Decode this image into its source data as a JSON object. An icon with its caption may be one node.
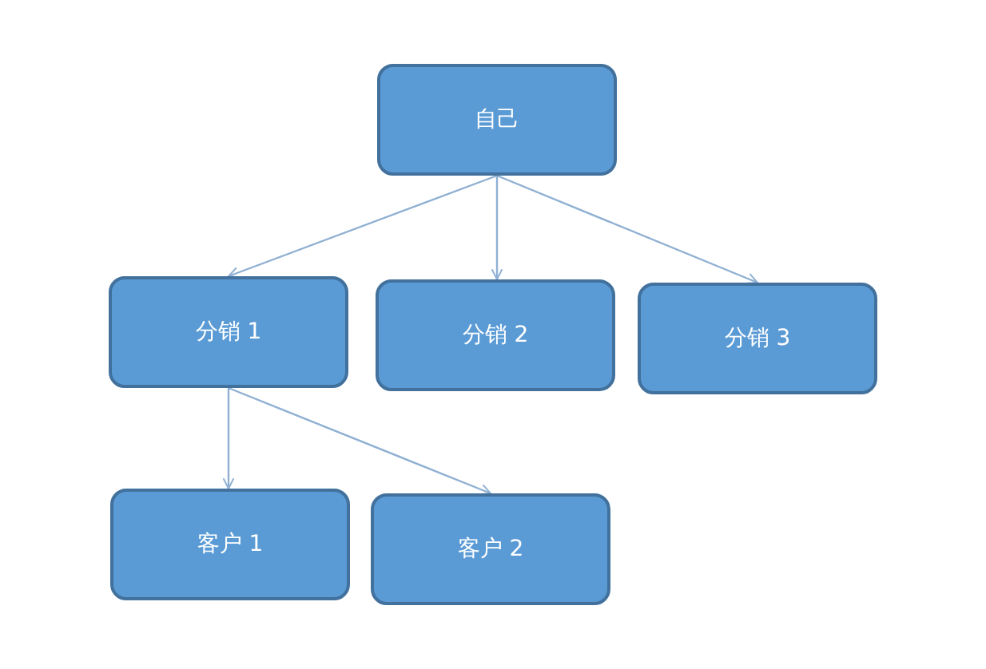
{
  "diagram": {
    "nodes": [
      {
        "text": [
          "自己"
        ]
      },
      {
        "text": [
          "分销 1"
        ]
      },
      {
        "text": [
          "分销 2"
        ]
      },
      {
        "text": [
          "分销 3"
        ]
      },
      {
        "text": [
          "客户 1"
        ]
      },
      {
        "text": [
          "客户 2"
        ]
      }
    ],
    "edges": [
      {
        "from": 0,
        "to": 1,
        "arrow": "to"
      },
      {
        "from": 0,
        "to": 2,
        "arrow": "to"
      },
      {
        "from": 0,
        "to": 3,
        "arrow": "to"
      },
      {
        "from": 1,
        "to": 4,
        "arrow": "to"
      },
      {
        "from": 1,
        "to": 5,
        "arrow": "to"
      }
    ]
  }
}
